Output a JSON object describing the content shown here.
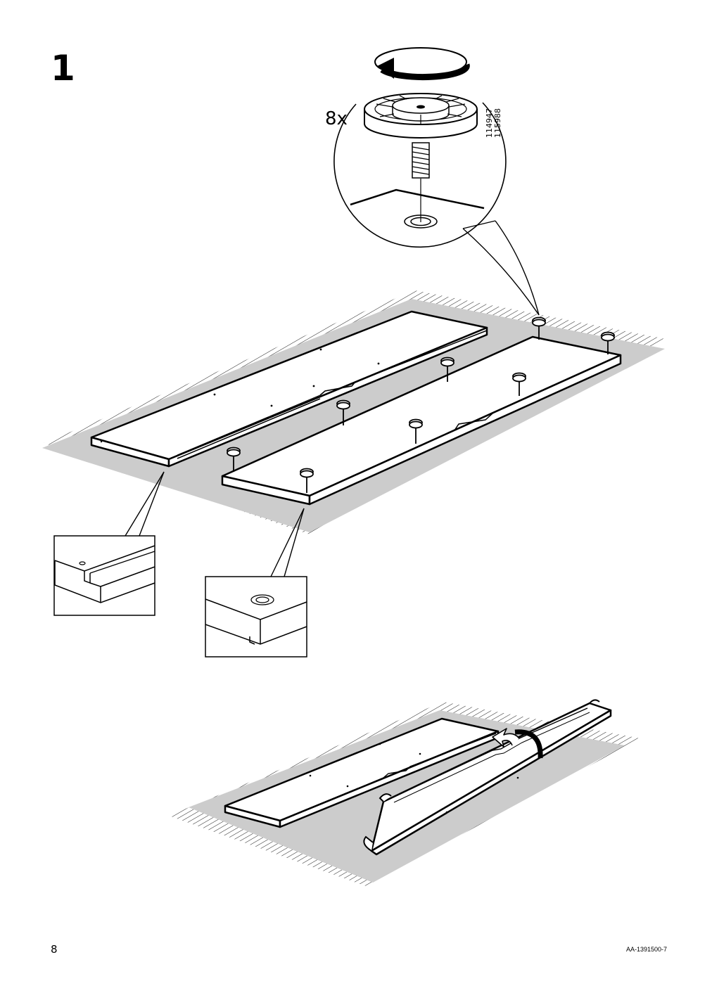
{
  "step": {
    "number": "1"
  },
  "detail": {
    "quantity": "8x",
    "part_numbers": [
      "114947",
      "115988"
    ]
  },
  "footer": {
    "page_number": "8",
    "document_code": "AA-1391500-7"
  }
}
